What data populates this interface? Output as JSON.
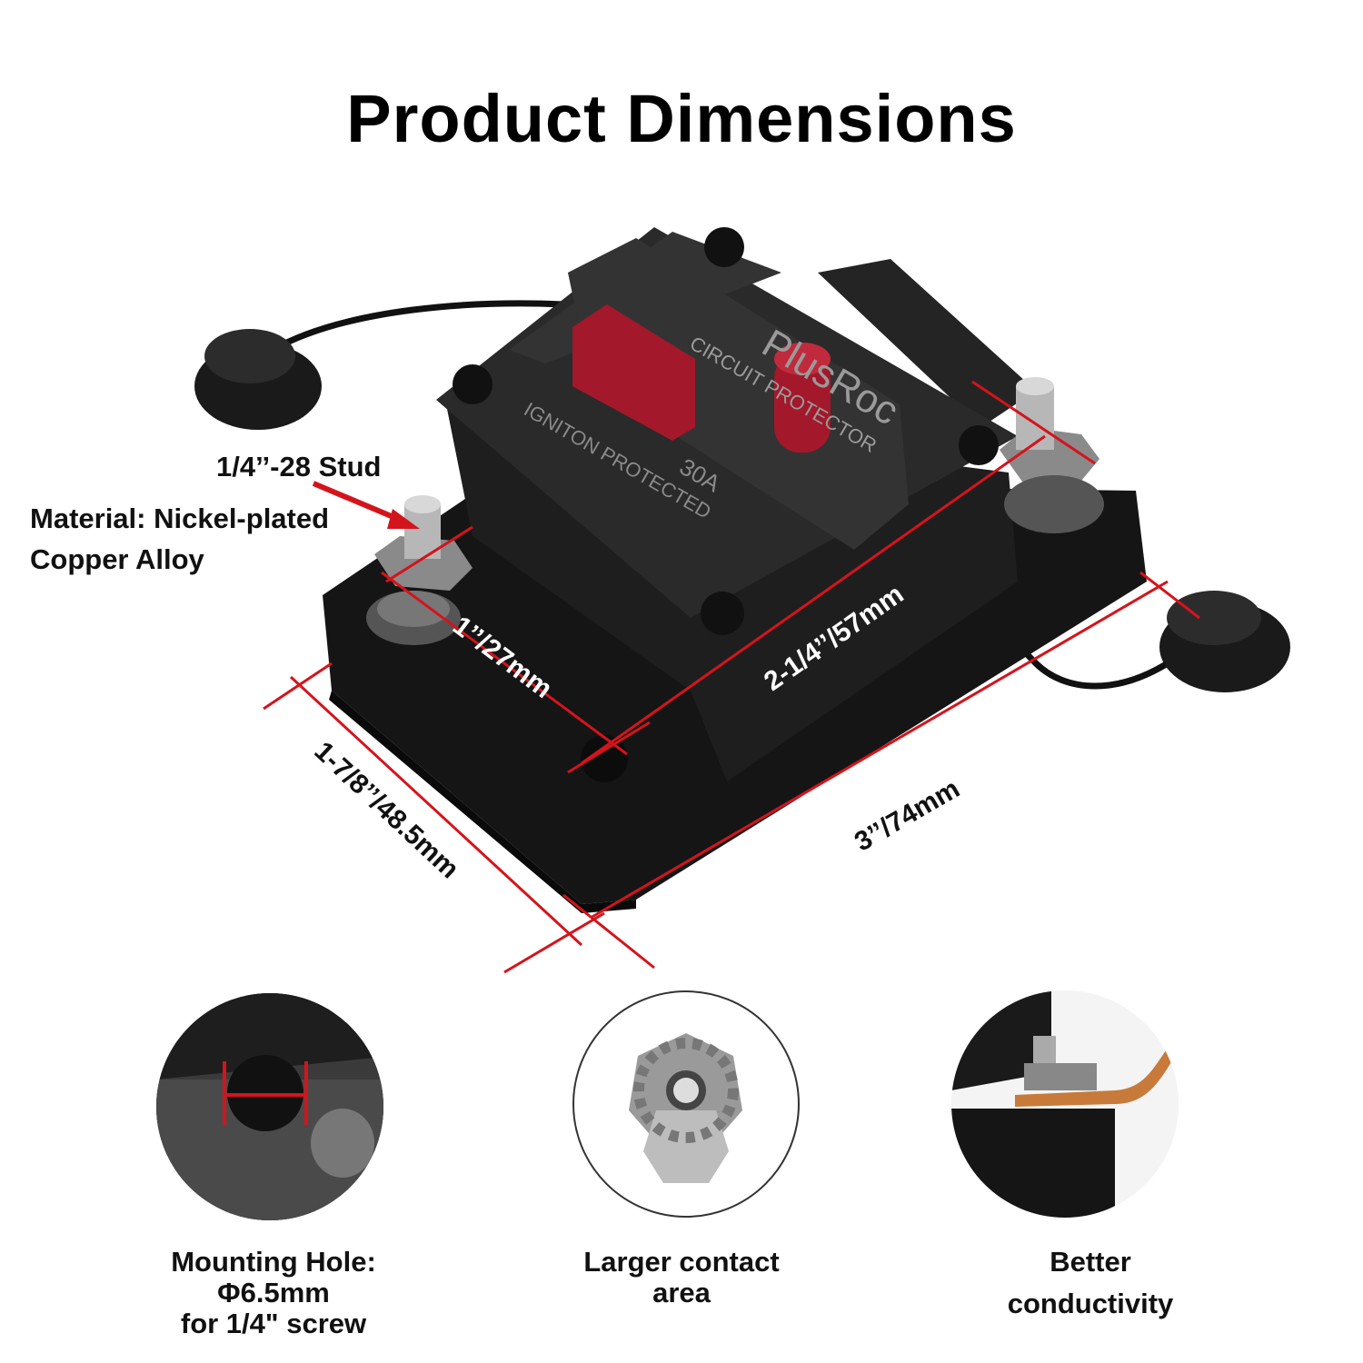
{
  "title": "Product Dimensions",
  "product": {
    "brand": "PlusRoc",
    "label_circuit": "CIRCUIT PROTECTOR",
    "label_ignition": "IGNITON PROTECTED",
    "rating": "30A"
  },
  "callouts": {
    "stud": "1/4’’-28 Stud",
    "material_line1": "Material: Nickel-plated",
    "material_line2": "Copper Alloy"
  },
  "dimensions": {
    "depth": "1’’/27mm",
    "stud_spacing": "2-1/4’’/57mm",
    "width": "1-7/8’’/48.5mm",
    "length": "3’’/74mm"
  },
  "features": [
    {
      "line1": "Mounting Hole:",
      "line2": "Φ6.5mm",
      "line3": "for 1/4\" screw"
    },
    {
      "line1": "Larger contact",
      "line2": "area"
    },
    {
      "line1": "Better",
      "line2": "conductivity"
    }
  ],
  "colors": {
    "dimension_line": "#d4141c",
    "housing": "#1c1c1c",
    "button": "#a3182a"
  }
}
